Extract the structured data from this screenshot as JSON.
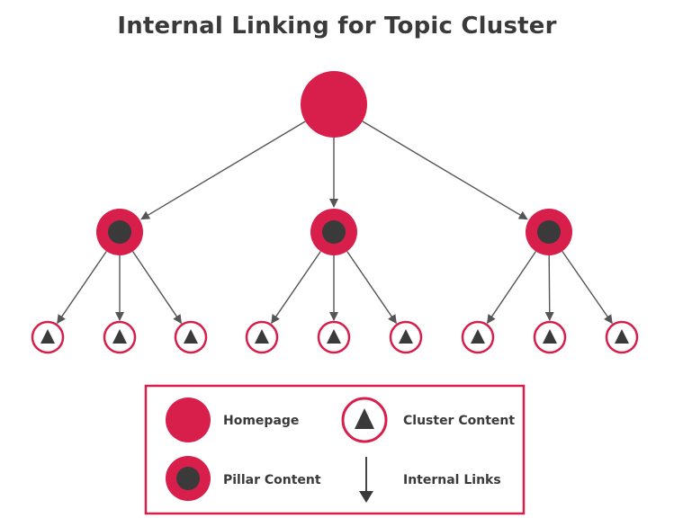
{
  "title": "Internal Linking for Topic Cluster",
  "colors": {
    "accent": "#d81e4a",
    "dark": "#3a3a3a",
    "background": "#ffffff"
  },
  "nodes": {
    "homepage": "homepage",
    "pillars": [
      "pillar-1",
      "pillar-2",
      "pillar-3"
    ],
    "clusters_per_pillar": 3
  },
  "legend": {
    "homepage": "Homepage",
    "cluster_content": "Cluster Content",
    "pillar_content": "Pillar Content",
    "internal_links": "Internal Links"
  }
}
